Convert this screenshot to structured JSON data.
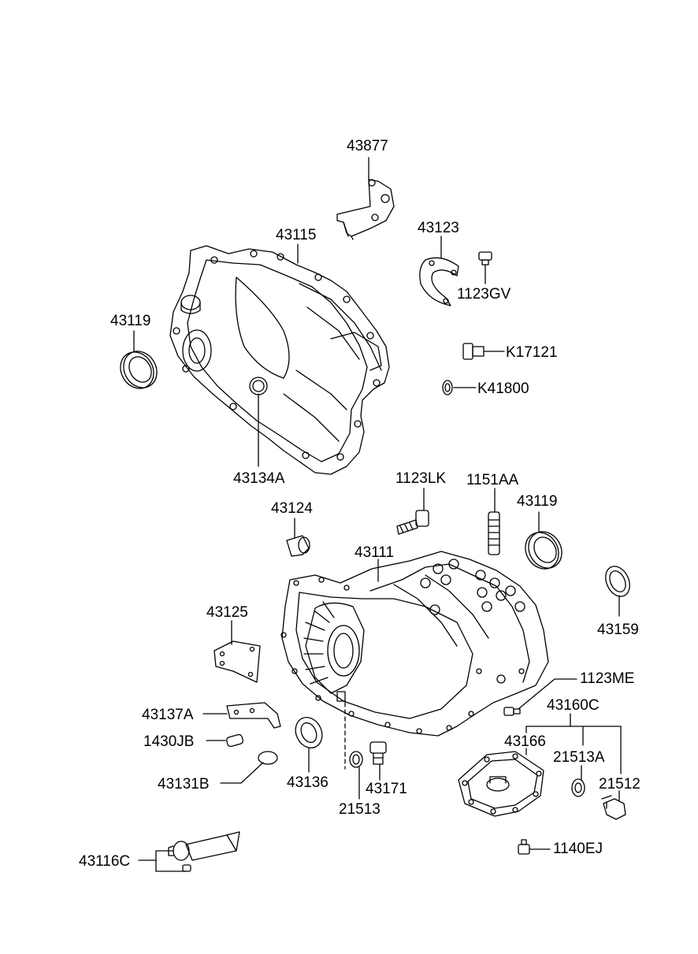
{
  "labels": {
    "p43877": "43877",
    "p43115": "43115",
    "p43123": "43123",
    "p1123GV": "1123GV",
    "p43119_top": "43119",
    "pK17121": "K17121",
    "pK41800": "K41800",
    "p43134A": "43134A",
    "p1123LK": "1123LK",
    "p1151AA": "1151AA",
    "p43119_mid": "43119",
    "p43124": "43124",
    "p43111": "43111",
    "p43125": "43125",
    "p43159": "43159",
    "p1123ME": "1123ME",
    "p43160C": "43160C",
    "p43137A": "43137A",
    "p43166": "43166",
    "p21513A": "21513A",
    "p1430JB": "1430JB",
    "p21512": "21512",
    "p43131B": "43131B",
    "p43136": "43136",
    "p43171": "43171",
    "p21513": "21513",
    "p1140EJ": "1140EJ",
    "p43116C": "43116C"
  }
}
